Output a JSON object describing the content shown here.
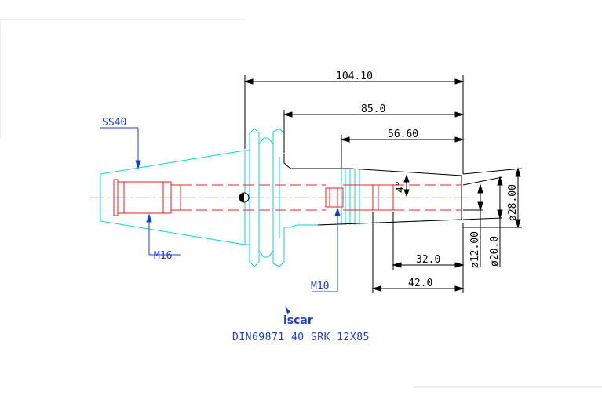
{
  "dimensions": {
    "overall_length": "104.10",
    "gauge_length": "85.0",
    "nose_length": "56.60",
    "clamp_length": "32.0",
    "shank_length": "42.0",
    "angle": "4°",
    "bore_dia": "ø12.00",
    "nose_dia": "ø20.0",
    "outer_dia": "ø28.00"
  },
  "labels": {
    "taper": "SS40",
    "thread_left": "M16",
    "thread_right": "M10"
  },
  "logo": {
    "text": "iscar"
  },
  "caption": "DIN69871 40 SRK 12X85",
  "colors": {
    "dimension": "#000000",
    "outline": "#00d8e0",
    "hidden": "#ee2222",
    "center": "#e8e000",
    "label": "#1a3fd0"
  }
}
